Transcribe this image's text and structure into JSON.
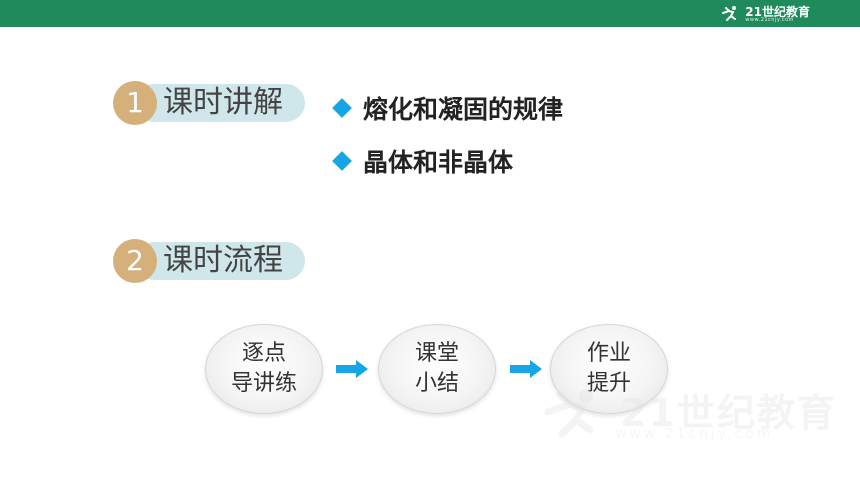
{
  "header": {
    "logo_text": "21世纪教育",
    "logo_subtext": "www.21cnjy.com"
  },
  "sections": [
    {
      "number": "1",
      "title": "课时讲解"
    },
    {
      "number": "2",
      "title": "课时流程"
    }
  ],
  "bullets": [
    {
      "text": "熔化和凝固的规律"
    },
    {
      "text": "晶体和非晶体"
    }
  ],
  "flow": [
    {
      "line1": "逐点",
      "line2": "导讲练"
    },
    {
      "line1": "课堂",
      "line2": "小结"
    },
    {
      "line1": "作业",
      "line2": "提升"
    }
  ],
  "watermark": {
    "text": "21世纪教育",
    "subtext": "www.21cnjy.com"
  },
  "colors": {
    "header_bar": "#1f8a5b",
    "number_circle": "#d5b07a",
    "pill": "#cfe6ea",
    "bullet_diamond": "#16a6e6",
    "arrow": "#16a6e6"
  }
}
